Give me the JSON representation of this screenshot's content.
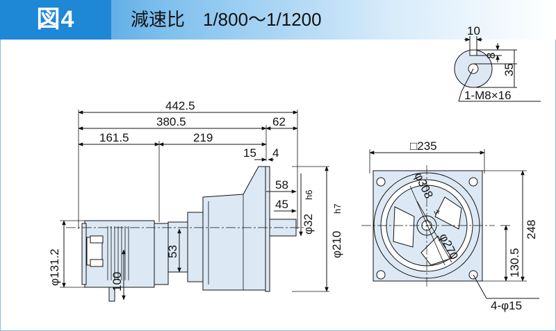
{
  "figure": {
    "label": "図4",
    "title": "減速比　1/800～1/1200"
  },
  "shaft_detail": {
    "width_10": "10",
    "key_8": "8",
    "height_35": "35",
    "tap": "1-M8×16"
  },
  "side_view": {
    "overall_442_5": "442.5",
    "len_380_5": "380.5",
    "len_62": "62",
    "len_161_5": "161.5",
    "len_219": "219",
    "len_15": "15",
    "len_4": "4",
    "len_58": "58",
    "len_45": "45",
    "shaft_dia": "φ32",
    "shaft_tol": "h6",
    "spigot_dia": "φ210",
    "spigot_tol": "h7",
    "motor_dia": "φ131.2",
    "len_53": "53",
    "len_100": "100"
  },
  "front_view": {
    "flange_square": "□235",
    "pcd": "φ308",
    "pcd_tol": "±",
    "dia_270": "φ270",
    "height_248": "248",
    "height_130_5": "130.5",
    "holes": "4-φ15"
  },
  "colors": {
    "body_fill": "#dce9f5",
    "header_blue": "#1f88d6",
    "line": "#111111"
  }
}
